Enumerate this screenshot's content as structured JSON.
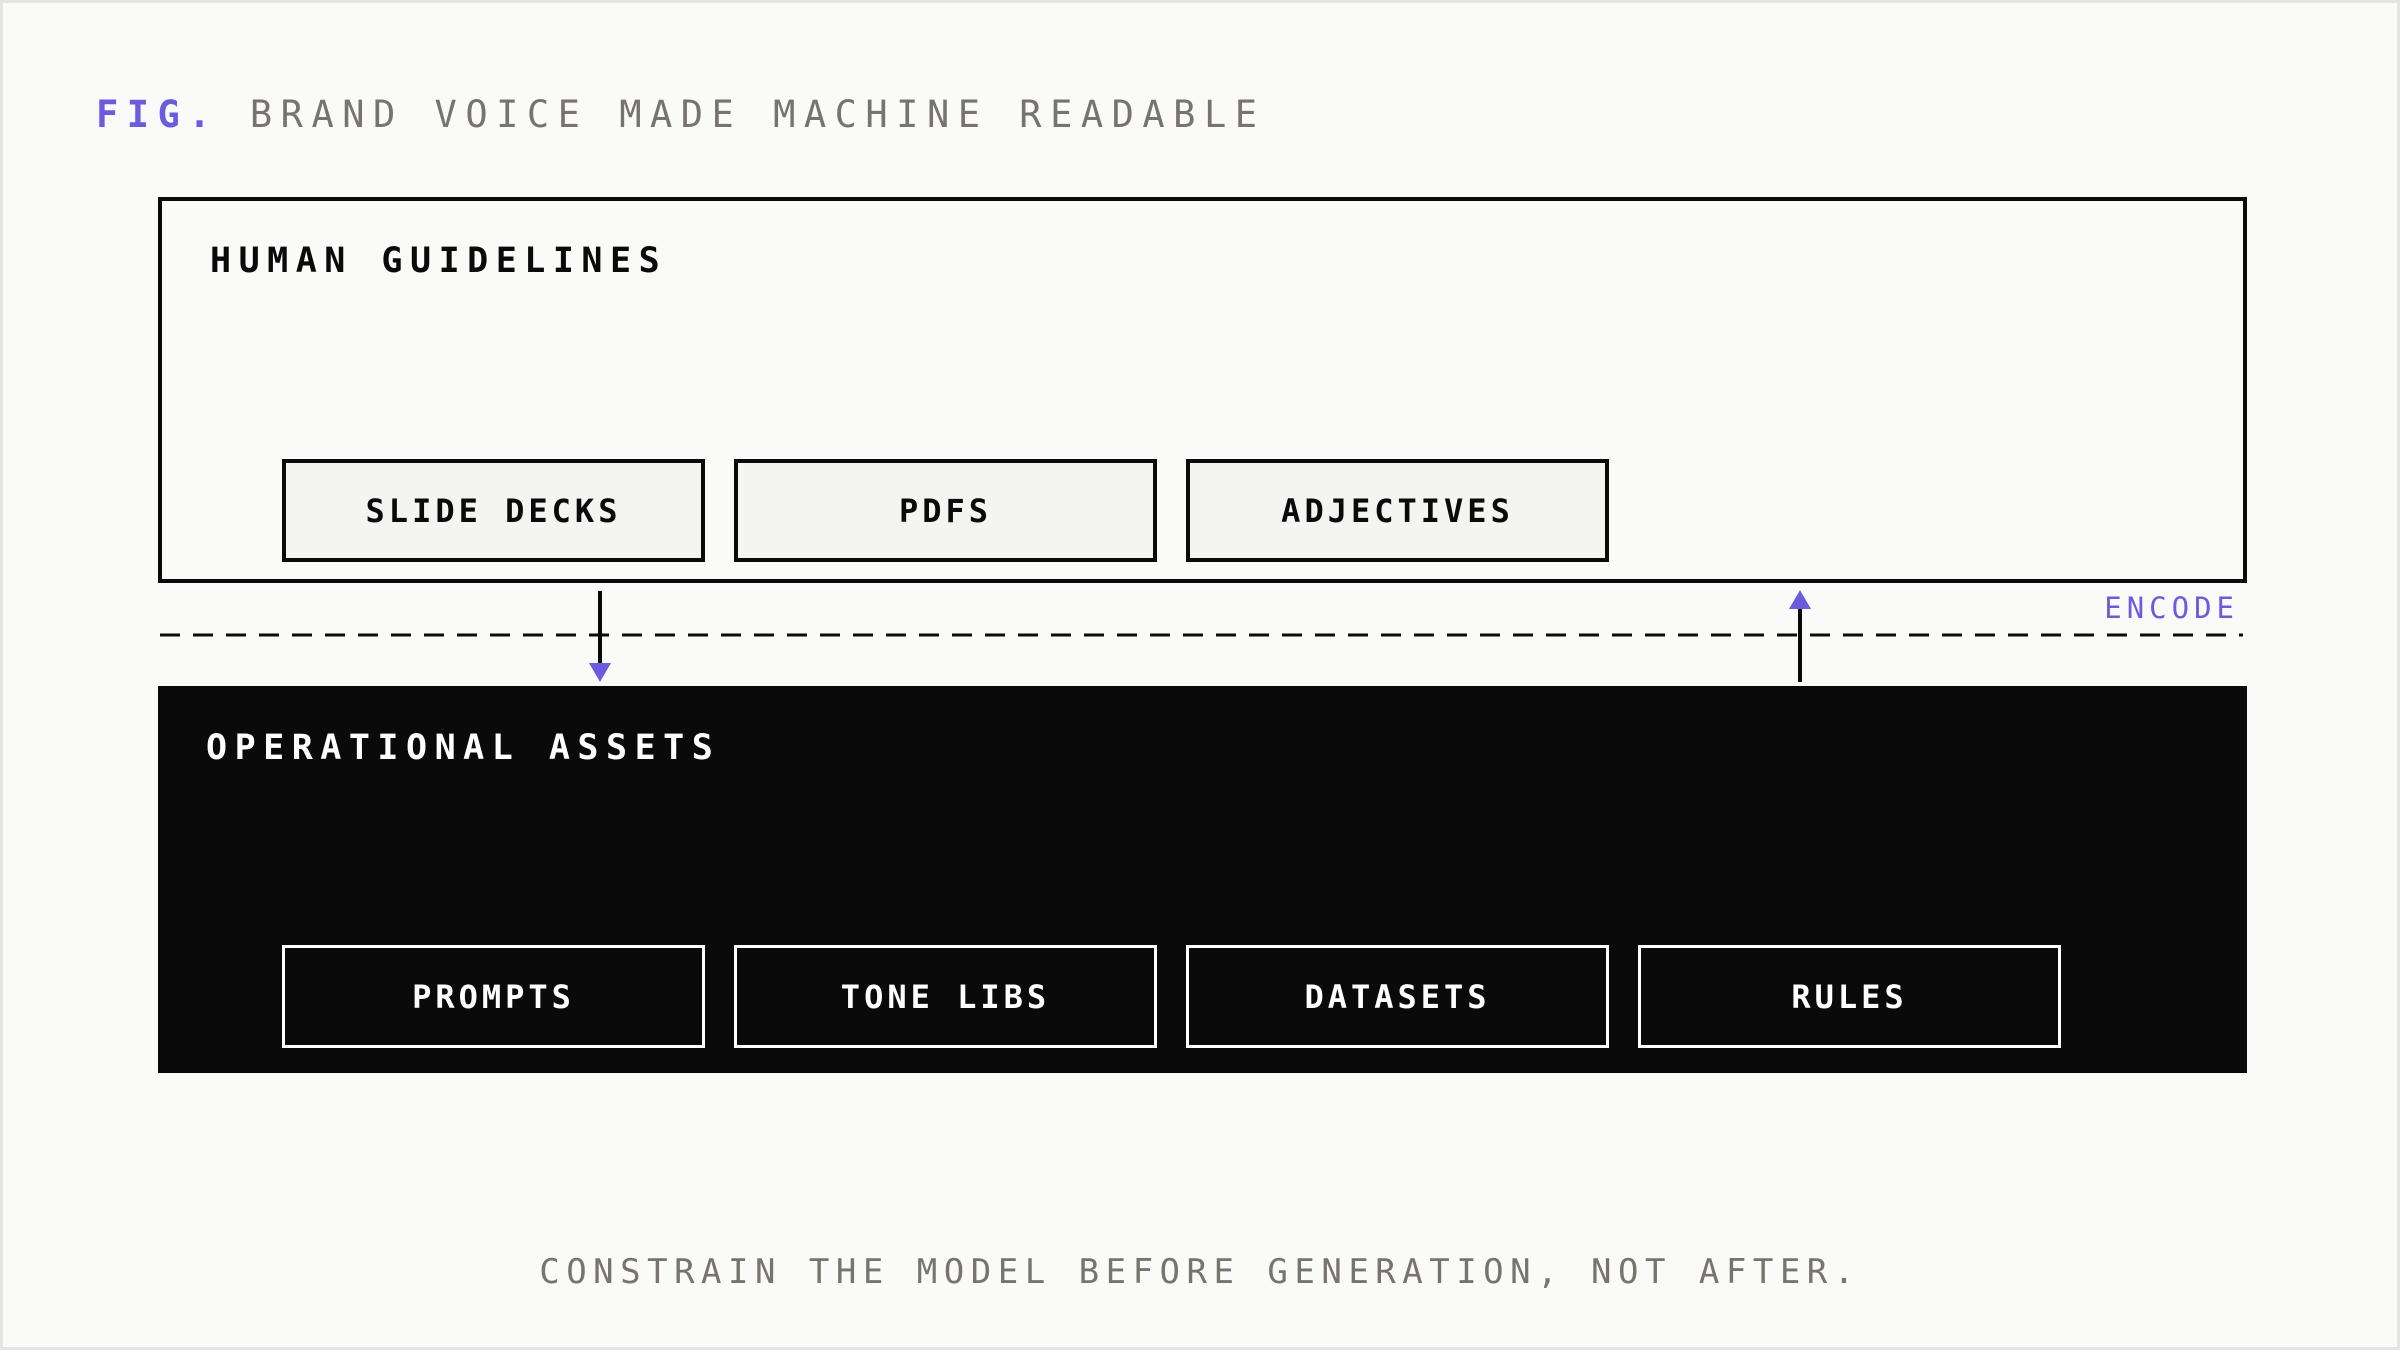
{
  "figure": {
    "prefix": "FIG.",
    "title": "BRAND VOICE MADE MACHINE READABLE"
  },
  "human_panel": {
    "title": "HUMAN GUIDELINES",
    "items": [
      "SLIDE DECKS",
      "PDFS",
      "ADJECTIVES"
    ]
  },
  "connector": {
    "label": "ENCODE"
  },
  "ops_panel": {
    "title": "OPERATIONAL ASSETS",
    "items": [
      "PROMPTS",
      "TONE LIBS",
      "DATASETS",
      "RULES"
    ]
  },
  "caption": "CONSTRAIN THE MODEL BEFORE GENERATION, NOT AFTER.",
  "colors": {
    "accent": "#6a5cdc",
    "ink": "#0a0a0a",
    "muted": "#77736f",
    "paper": "#fafaf8"
  }
}
